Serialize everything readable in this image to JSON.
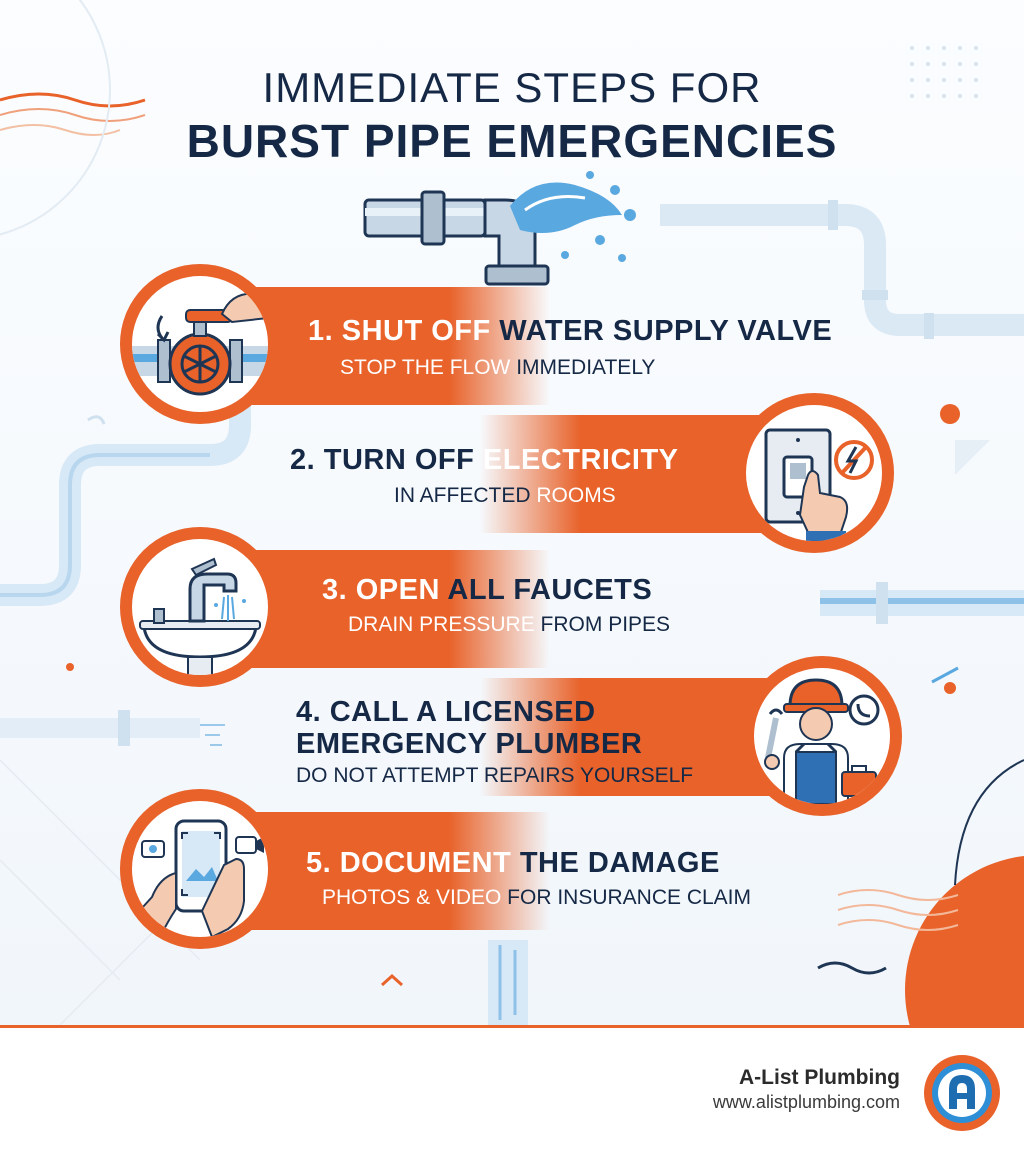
{
  "title": {
    "line1": "IMMEDIATE STEPS FOR",
    "line2": "BURST PIPE EMERGENCIES"
  },
  "steps": [
    {
      "title_light": "1. SHUT OFF ",
      "title_dark": "WATER SUPPLY VALVE",
      "sub_light": "STOP THE FLOW ",
      "sub_dark": "IMMEDIATELY",
      "icon": "valve-icon"
    },
    {
      "title_light": "2. TURN OFF ",
      "title_dark": "ELECTRICITY",
      "sub_light": "IN AFFECTED ",
      "sub_dark": "ROOMS",
      "icon": "light-switch-icon"
    },
    {
      "title_light": "3. OPEN ",
      "title_dark": "ALL FAUCETS",
      "sub_light": "DRAIN PRESSURE ",
      "sub_dark": "FROM PIPES",
      "icon": "faucet-icon"
    },
    {
      "title_line1": "4. CALL A LICENSED",
      "title_line2": "EMERGENCY PLUMBER",
      "sub": "DO NOT ATTEMPT REPAIRS YOURSELF",
      "icon": "plumber-icon"
    },
    {
      "title_light": "5. DOCUMENT ",
      "title_dark": "THE DAMAGE",
      "sub_light": "PHOTOS & VIDEO ",
      "sub_dark": "FOR INSURANCE CLAIM",
      "icon": "phone-camera-icon"
    }
  ],
  "footer": {
    "company": "A-List Plumbing",
    "url": "www.alistplumbing.com"
  },
  "colors": {
    "accent": "#e8622a",
    "navy": "#152845",
    "pipe": "#cfe3f3",
    "water": "#5aa8e0"
  }
}
